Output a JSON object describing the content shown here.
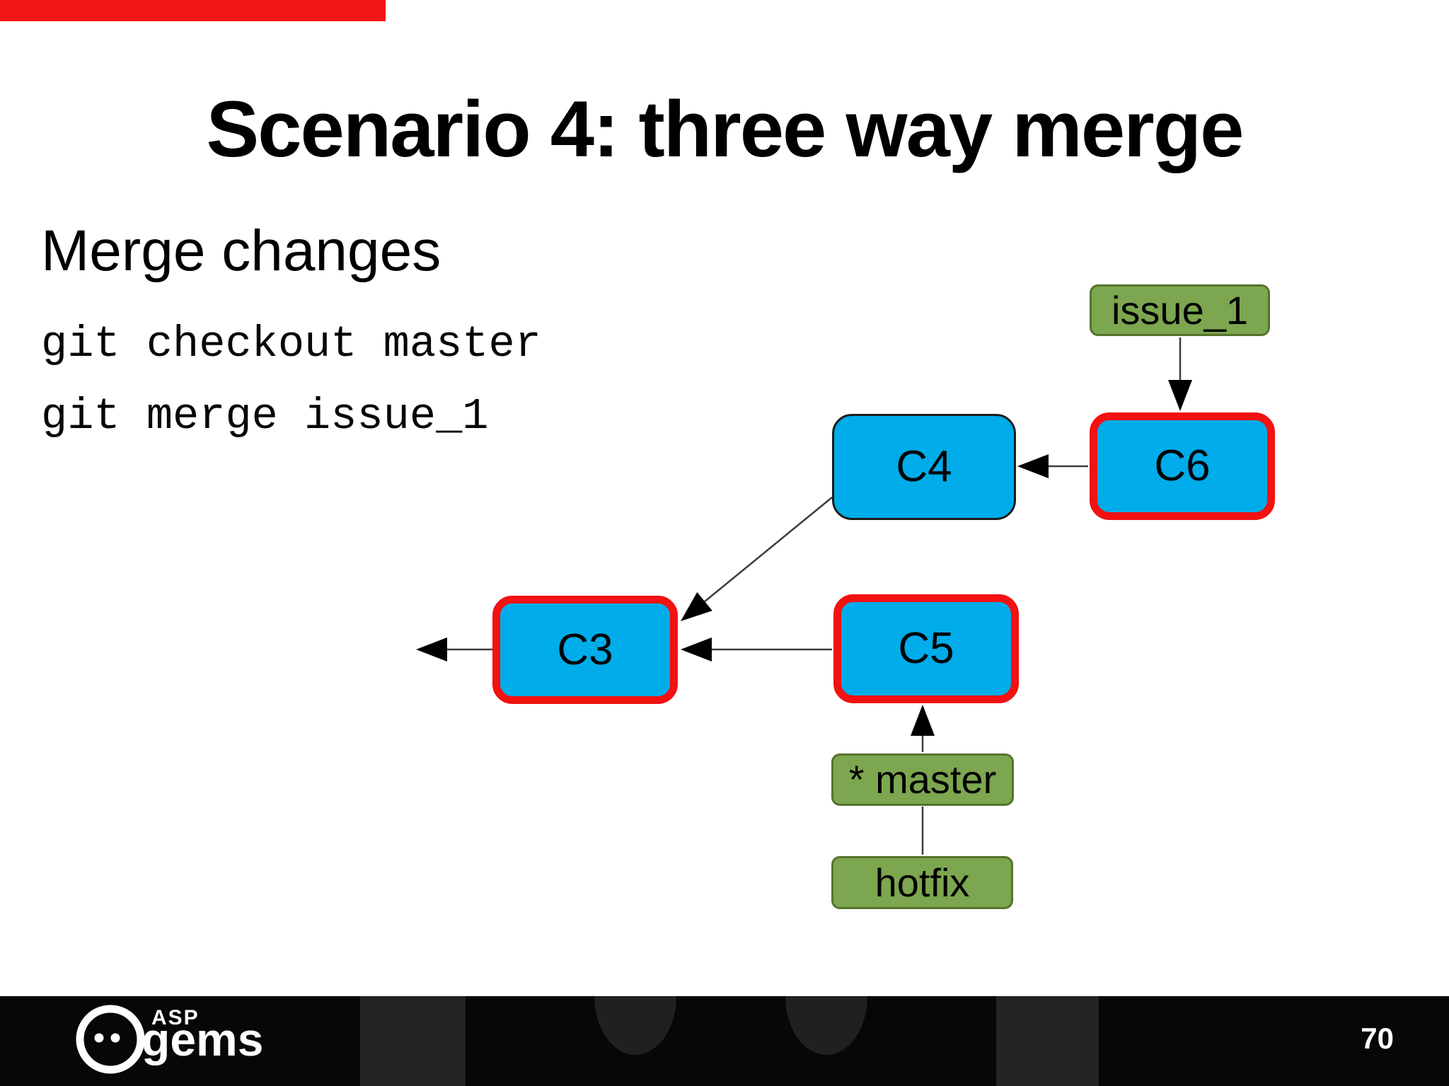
{
  "player": {
    "progress_percent": 26.6,
    "bar_color": "#f21717"
  },
  "slide": {
    "title": "Scenario 4: three way merge",
    "heading": "Merge changes",
    "code_lines": [
      "git checkout master",
      "git merge issue_1"
    ]
  },
  "diagram": {
    "colors": {
      "commit_fill": "#00ace9",
      "highlight_border": "#f31111",
      "branch_fill": "#7ca64f",
      "branch_border": "#55742c",
      "arrow_line": "#3c3c3c",
      "arrow_head": "#000000"
    },
    "nodes": [
      {
        "id": "issue_1",
        "label": "issue_1",
        "type": "branch",
        "highlight": false
      },
      {
        "id": "C6",
        "label": "C6",
        "type": "commit",
        "highlight": true
      },
      {
        "id": "C4",
        "label": "C4",
        "type": "commit",
        "highlight": false
      },
      {
        "id": "C3",
        "label": "C3",
        "type": "commit",
        "highlight": true
      },
      {
        "id": "C5",
        "label": "C5",
        "type": "commit",
        "highlight": true
      },
      {
        "id": "master",
        "label": "* master",
        "type": "branch",
        "highlight": false
      },
      {
        "id": "hotfix",
        "label": "hotfix",
        "type": "branch",
        "highlight": false
      }
    ],
    "edges": [
      {
        "from": "issue_1",
        "to": "C6",
        "arrow": true
      },
      {
        "from": "C6",
        "to": "C4",
        "arrow": true
      },
      {
        "from": "C4",
        "to": "C3",
        "arrow": true
      },
      {
        "from": "C5",
        "to": "C3",
        "arrow": true
      },
      {
        "from": "C3",
        "to": "parent",
        "arrow": true
      },
      {
        "from": "master",
        "to": "C5",
        "arrow": true
      },
      {
        "from": "master",
        "to": "hotfix",
        "arrow": false
      }
    ]
  },
  "footer": {
    "brand_top": "ASP",
    "brand_name": "gems",
    "page_number": "70"
  }
}
